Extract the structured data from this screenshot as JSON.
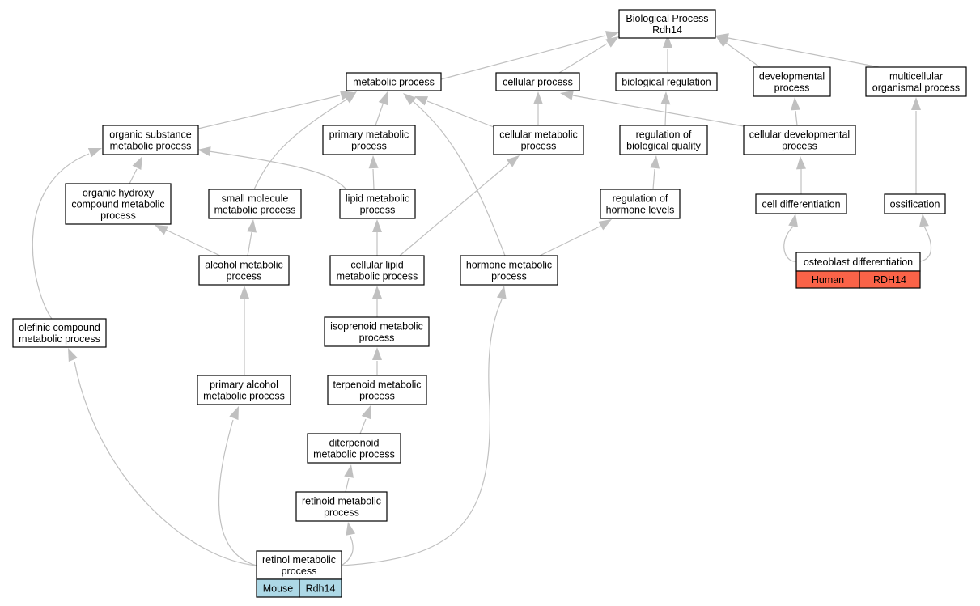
{
  "colors": {
    "edge": "#c0c0c0",
    "highlight_edge": "#0000ee",
    "human_cell": "#fa6348",
    "mouse_cell": "#add8e6"
  },
  "nodes": {
    "root": [
      "Biological Process",
      "Rdh14"
    ],
    "metabolic": [
      "metabolic process"
    ],
    "cellular": [
      "cellular process"
    ],
    "bioreg": [
      "biological regulation"
    ],
    "developmental": [
      "developmental",
      "process"
    ],
    "multicellular": [
      "multicellular",
      "organismal process"
    ],
    "organic_substance": [
      "organic substance",
      "metabolic process"
    ],
    "primary_metabolic": [
      "primary metabolic",
      "process"
    ],
    "cellular_metabolic": [
      "cellular metabolic",
      "process"
    ],
    "reg_bio_quality": [
      "regulation of",
      "biological quality"
    ],
    "cellular_developmental": [
      "cellular developmental",
      "process"
    ],
    "organic_hydroxy": [
      "organic hydroxy",
      "compound metabolic",
      "process"
    ],
    "small_molecule": [
      "small molecule",
      "metabolic process"
    ],
    "lipid_metabolic": [
      "lipid metabolic",
      "process"
    ],
    "reg_hormone": [
      "regulation of",
      "hormone levels"
    ],
    "cell_diff": [
      "cell differentiation"
    ],
    "ossification": [
      "ossification"
    ],
    "alcohol_metabolic": [
      "alcohol metabolic",
      "process"
    ],
    "cellular_lipid": [
      "cellular lipid",
      "metabolic process"
    ],
    "hormone_metabolic": [
      "hormone metabolic",
      "process"
    ],
    "osteoblast": [
      "osteoblast differentiation"
    ],
    "olefinic": [
      "olefinic compound",
      "metabolic process"
    ],
    "isoprenoid": [
      "isoprenoid metabolic",
      "process"
    ],
    "primary_alcohol": [
      "primary alcohol",
      "metabolic process"
    ],
    "terpenoid": [
      "terpenoid metabolic",
      "process"
    ],
    "diterpenoid": [
      "diterpenoid",
      "metabolic process"
    ],
    "retinoid": [
      "retinoid metabolic",
      "process"
    ],
    "retinol": [
      "retinol metabolic",
      "process"
    ]
  },
  "annotations": {
    "osteoblast": [
      "Human",
      "RDH14"
    ],
    "retinol": [
      "Mouse",
      "Rdh14"
    ]
  }
}
